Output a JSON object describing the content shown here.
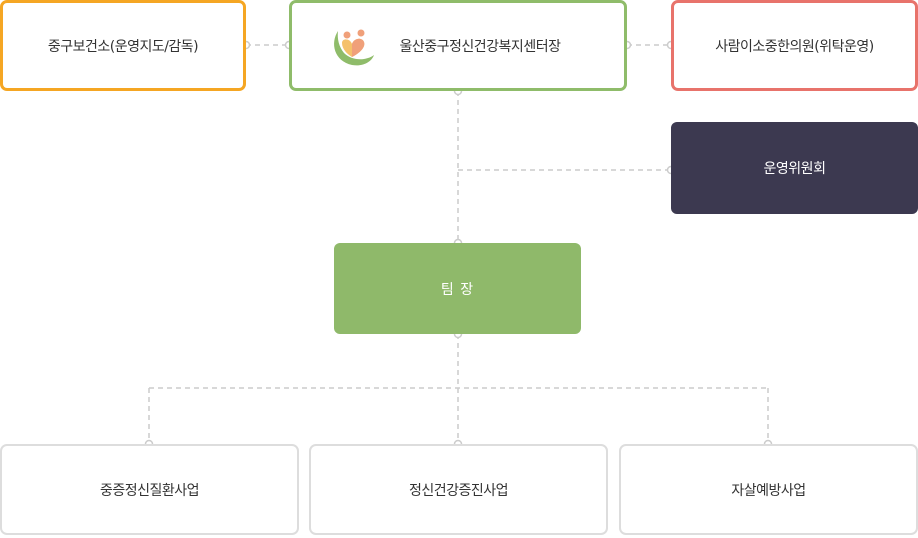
{
  "org_chart": {
    "supervisor": {
      "label": "중구보건소(운영지도/감독)"
    },
    "center": {
      "label": "울산중구정신건강복지센터장",
      "logo_icon": "people-heart-logo-icon"
    },
    "operator": {
      "label": "사람이소중한의원(위탁운영)"
    },
    "committee": {
      "label": "운영위원회"
    },
    "team_lead": {
      "label": "팀 장"
    },
    "programs": [
      {
        "label": "중증정신질환사업"
      },
      {
        "label": "정신건강증진사업"
      },
      {
        "label": "자살예방사업"
      }
    ]
  },
  "colors": {
    "supervisor_border": "#f5a623",
    "center_border": "#8fbc6a",
    "operator_border": "#e8736b",
    "committee_bg": "#3c3950",
    "team_lead_bg": "#8fb96a",
    "program_border": "#dddddd",
    "connector": "#cccccc"
  }
}
